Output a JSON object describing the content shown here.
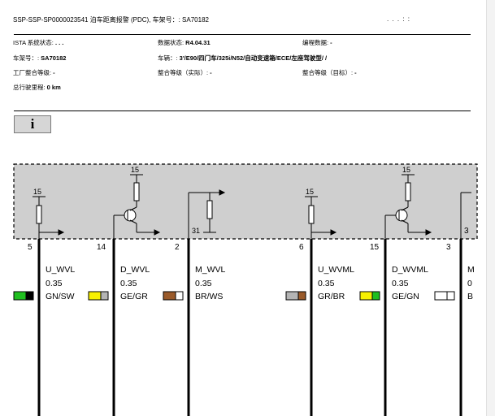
{
  "header": {
    "title": "SSP-SSP-SP0000023541 泊车距离报警 (PDC), 车架号：: SA70182",
    "timestamp": ".   .   .   :   :"
  },
  "meta": {
    "ista_status_label": "ISTA 系统状态: ",
    "ista_status_value": ".   .   .",
    "data_status_label": "数据状态: ",
    "data_status_value": "R4.04.31",
    "programming_label": "编程数据: ",
    "programming_value": "-",
    "vin_label": "车架号：: ",
    "vin_value": "SA70182",
    "vehicle_label": "车辆：: ",
    "vehicle_value": "3'/E90/四门车/325i/N52/自动变速箱/ECE/左座驾驶型/    /",
    "factory_level_label": "工厂整合等级: ",
    "factory_level_value": "-",
    "actual_level_label": "整合等级（实际）: ",
    "actual_level_value": "-",
    "target_level_label": "整合等级（目标）: ",
    "target_level_value": "-",
    "mileage_label": "总行驶里程: ",
    "mileage_value": "0 km"
  },
  "info_button": {
    "icon": "info-icon",
    "glyph": "i"
  },
  "diagram": {
    "supply_labels": [
      "15",
      "15",
      "15",
      "15"
    ],
    "ground_label": "31",
    "pins": [
      "5",
      "14",
      "2",
      "6",
      "15",
      "3",
      "3"
    ],
    "wires": [
      {
        "signal": "U_WVL",
        "gauge": "0.35",
        "colors": "GN/SW",
        "c1": "#1fbf1f",
        "c2": "#000000"
      },
      {
        "signal": "D_WVL",
        "gauge": "0.35",
        "colors": "GE/GR",
        "c1": "#f7f000",
        "c2": "#b4b4b4"
      },
      {
        "signal": "M_WVL",
        "gauge": "0.35",
        "colors": "BR/WS",
        "c1": "#9a5a2a",
        "c2": "#ffffff"
      },
      {
        "signal": "U_WVML",
        "gauge": "0.35",
        "colors": "GR/BR",
        "c1": "#b4b4b4",
        "c2": "#9a5a2a"
      },
      {
        "signal": "D_WVML",
        "gauge": "0.35",
        "colors": "GE/GN",
        "c1": "#f7f000",
        "c2": "#1fbf1f"
      },
      {
        "signal": "M",
        "gauge": "0",
        "colors": "B",
        "c1": "#ffffff",
        "c2": "#ffffff"
      }
    ],
    "colors": {
      "module_fill": "#cfcfcf",
      "module_border": "#000000"
    }
  }
}
